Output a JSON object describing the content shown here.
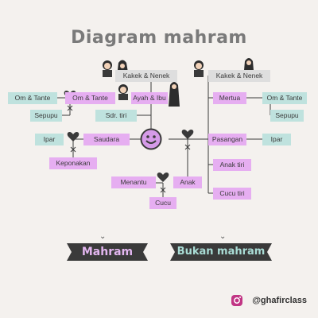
{
  "title": "Diagram mahram",
  "nodes": {
    "kakek_nenek_left": "Kakek & Nenek",
    "kakek_nenek_right": "Kakek & Nenek",
    "om_tante_far_left": "Om & Tante",
    "om_tante_left": "Om & Tante",
    "ayah_ibu": "Ayah & Ibu",
    "sepupu_left": "Sepupu",
    "sdr_tiri": "Sdr. tiri",
    "mertua": "Mertua",
    "om_tante_right": "Om & Tante",
    "sepupu_right": "Sepupu",
    "ipar_left": "Ipar",
    "saudara": "Saudara",
    "keponakan": "Keponakan",
    "pasangan": "Pasangan",
    "ipar_right": "Ipar",
    "anak_tiri": "Anak tiri",
    "cucu_tiri": "Cucu tiri",
    "menantu": "Menantu",
    "anak": "Anak",
    "cucu": "Cucu"
  },
  "legend": {
    "mahram": "Mahram",
    "bukan_mahram": "Bukan mahram"
  },
  "footer": {
    "handle": "@ghafirclass"
  },
  "colors": {
    "mahram": "#e6aef1",
    "bukan_mahram": "#bfe2de",
    "dark": "#3a3a3a"
  }
}
